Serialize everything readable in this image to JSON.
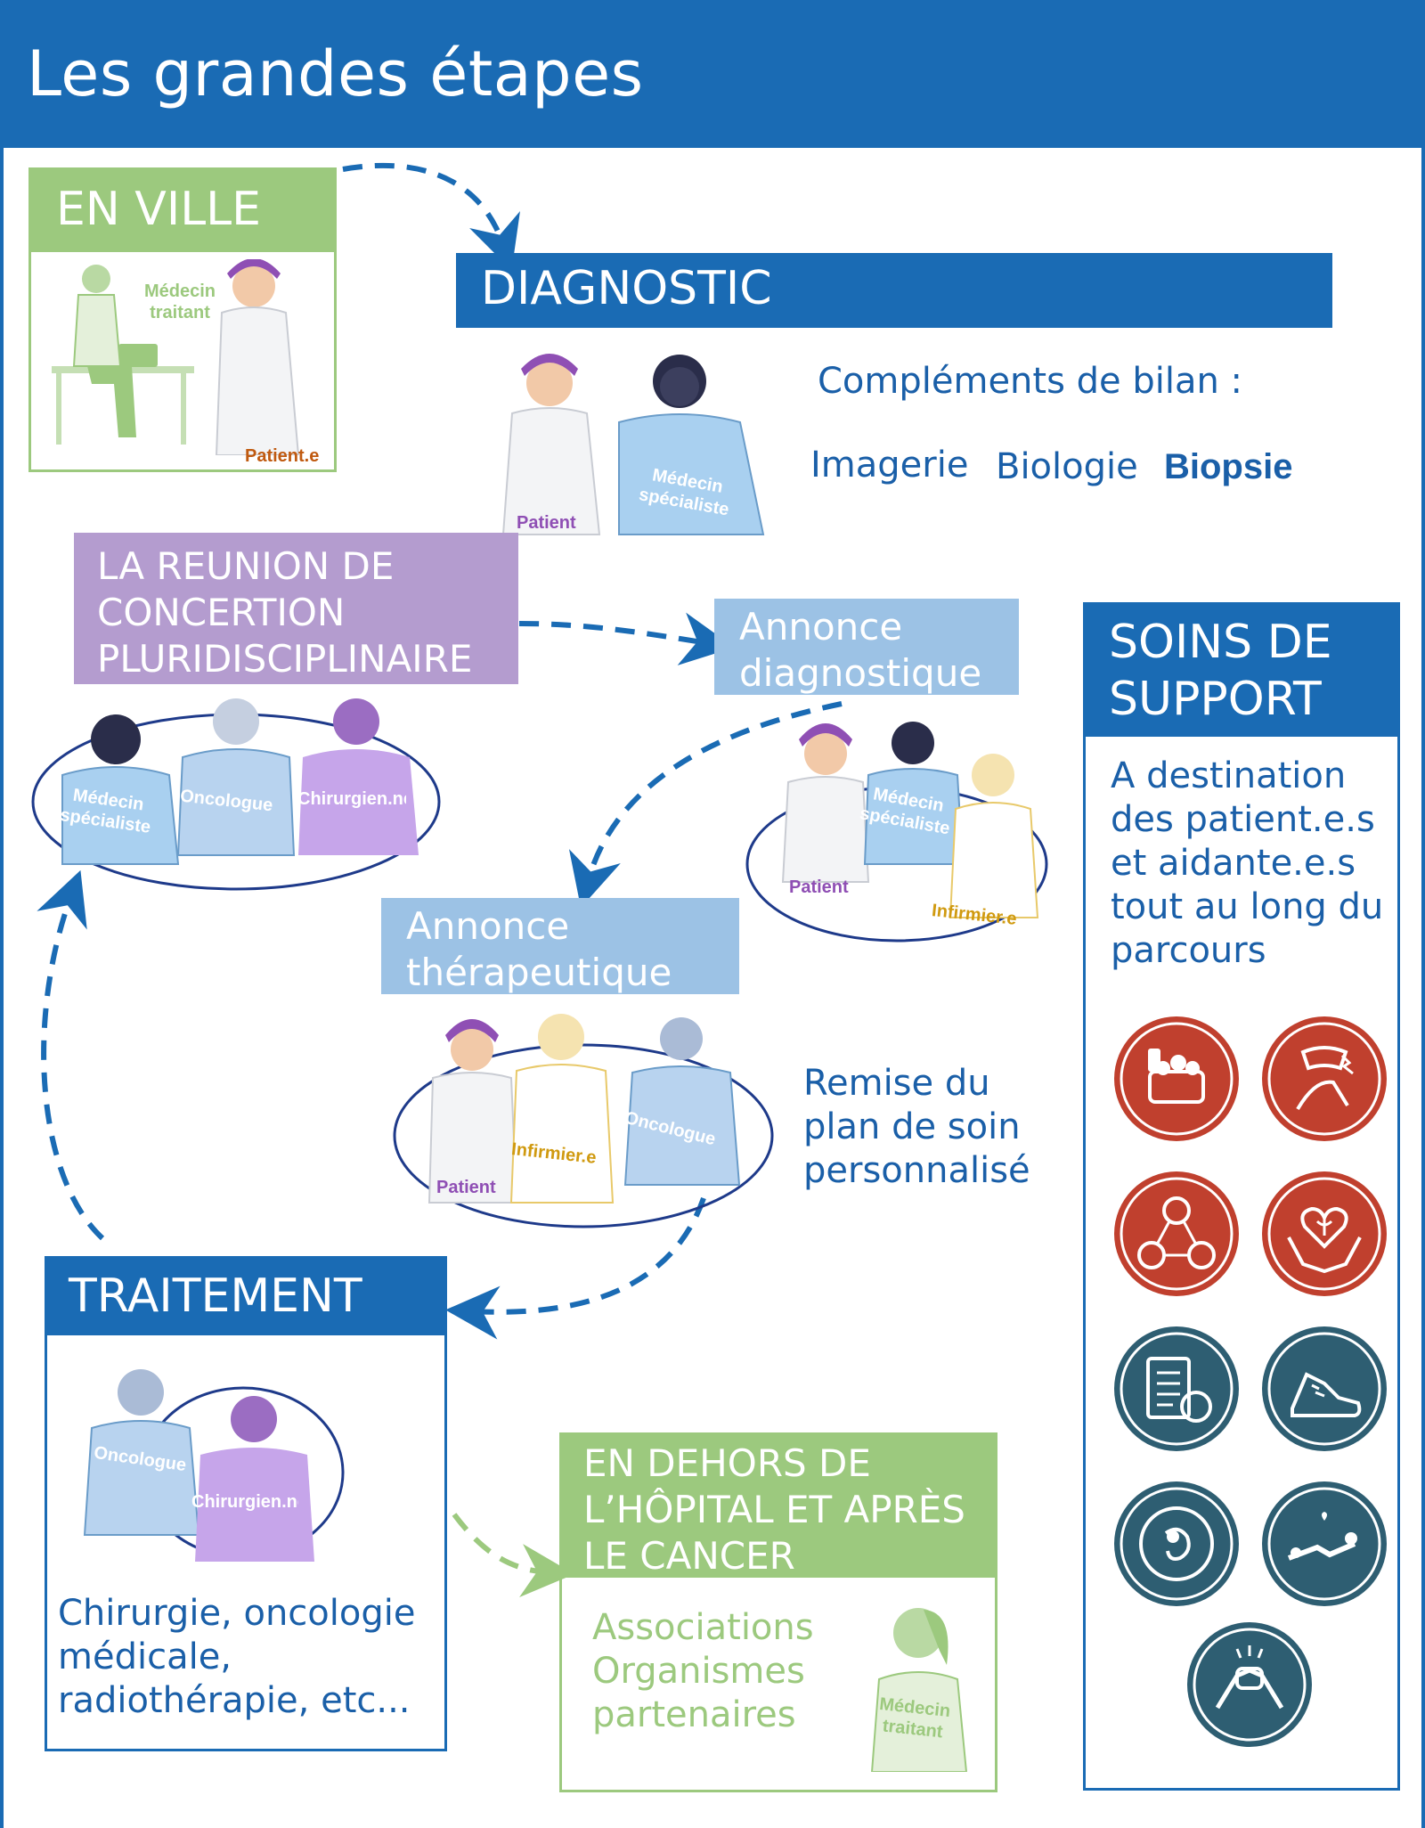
{
  "page_title": "Les grandes étapes",
  "en_ville": {
    "title": "EN VILLE",
    "label_medecin": "Médecin traitant",
    "label_patient": "Patient.e"
  },
  "diagnostic": {
    "title": "DIAGNOSTIC",
    "complements": "Compléments de bilan :",
    "item_imagerie": "Imagerie",
    "item_biologie": "Biologie",
    "item_biopsie": "Biopsie",
    "label_patient": "Patient",
    "label_medecin": "Médecin spécialiste"
  },
  "rcp": {
    "title": "LA REUNION DE CONCERTION PLURIDISCIPLINAIRE",
    "label_medecin": "Médecin spécialiste",
    "label_oncologue": "Oncologue",
    "label_chirurgien": "Chirurgien.ne"
  },
  "annonce_diag": {
    "title": "Annonce diagnostique",
    "label_patient": "Patient",
    "label_medecin": "Médecin spécialiste",
    "label_infirmier": "Infirmier.e"
  },
  "annonce_thera": {
    "title": "Annonce thérapeutique",
    "label_patient": "Patient",
    "label_infirmier": "Infirmier.e",
    "label_oncologue": "Oncologue",
    "remise": "Remise du plan de soin personnalisé"
  },
  "traitement": {
    "title": "TRAITEMENT",
    "label_oncologue": "Oncologue",
    "label_chirurgien": "Chirurgien.ne",
    "text": "Chirurgie, oncologie médicale, radiothérapie, etc..."
  },
  "dehors": {
    "title": "EN DEHORS DE L’HÔPITAL ET APRÈS LE CANCER",
    "text": "Associations Organismes partenaires",
    "label_medecin": "Médecin traitant"
  },
  "soins": {
    "title": "SOINS DE SUPPORT",
    "text": "A destination des patient.e.s et aidante.e.s tout au long du parcours",
    "icons": [
      "nutrition-icon",
      "pain-icon",
      "social-network-icon",
      "psychology-icon",
      "diet-plan-icon",
      "sport-shoe-icon",
      "fertility-icon",
      "sexuality-icon",
      "support-handshake-icon"
    ]
  },
  "colors": {
    "blue": "#1a6bb4",
    "green": "#9cc97e",
    "purple": "#b49ccf",
    "light_blue": "#9cc2e5",
    "red_icon": "#c0402e",
    "teal_icon": "#2e5e72"
  }
}
